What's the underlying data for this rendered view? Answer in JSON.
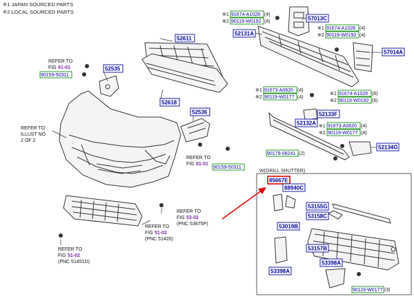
{
  "notes": {
    "n1": "※1  JAPAN SOURCED PARTS",
    "n2": "※2  LOCAL SOURCED PARTS"
  },
  "parts": {
    "p52611": "52611",
    "p52618": "52618",
    "p52535": "52535",
    "p52536": "52536",
    "p52131A": "52131A",
    "p57013C": "57013C",
    "p57014A": "57014A",
    "p52133F": "52133F",
    "p52132A": "52132A",
    "p52134G": "52134G",
    "p85667E": "85667E",
    "p88940C": "88940C",
    "p53155G": "53155G",
    "p53158C": "53158C",
    "p53019B": "53019B",
    "p53157B": "53157B",
    "p53398A_left": "53398A",
    "p53398A_right": "53398A"
  },
  "fasteners": {
    "f1": "91674-A1028",
    "f1q": "(4)",
    "f2": "90119-W0192",
    "f2q": "(4)",
    "f3": "91674-A1028",
    "f3q": "(4)",
    "f4": "90119-W0192",
    "f4q": "(4)",
    "f5": "91673-A0620",
    "f5q": "(4)",
    "f6": "90119-W0177",
    "f6q": "(4)",
    "f7": "91674-A1028",
    "f7q": "(6)",
    "f8": "90119-W0192",
    "f8q": "(6)",
    "f9": "91673-A0620",
    "f9q": "(4)",
    "f10": "90119-W0177",
    "f10q": "(4)",
    "f11": "90159-50311",
    "f12": "90159-50311",
    "f13": "90179-08241",
    "f13q": "(2)",
    "f14": "90119-W0177",
    "f14q": "(3)"
  },
  "marks": {
    "m1": "※1",
    "m2": "※2"
  },
  "refs": {
    "refer_to": "REFER TO",
    "fig": "FIG",
    "fig_81_01": "81-01",
    "fig_53_02": "53-02",
    "fig_51_02": "51-02",
    "pnc_53875p": "(PNC 53875P)",
    "pnc_51420": "(PNC 51420)",
    "pnc_51451d": "(PNC 51451D)",
    "illust_1": "REFER TO",
    "illust_2": "ILLUST NO",
    "illust_3": "2 OF 2"
  },
  "inset_title": "W(GRILL SHUTTER)",
  "colors": {
    "accent_blue": "#1a1aa8",
    "accent_green": "#2a9a2a",
    "highlight_red": "#e00000",
    "fig_purple": "#7a2aa0"
  },
  "icons": {
    "bolt": "bolt-icon",
    "clip": "clip-icon",
    "arrow": "red-arrow-icon"
  }
}
